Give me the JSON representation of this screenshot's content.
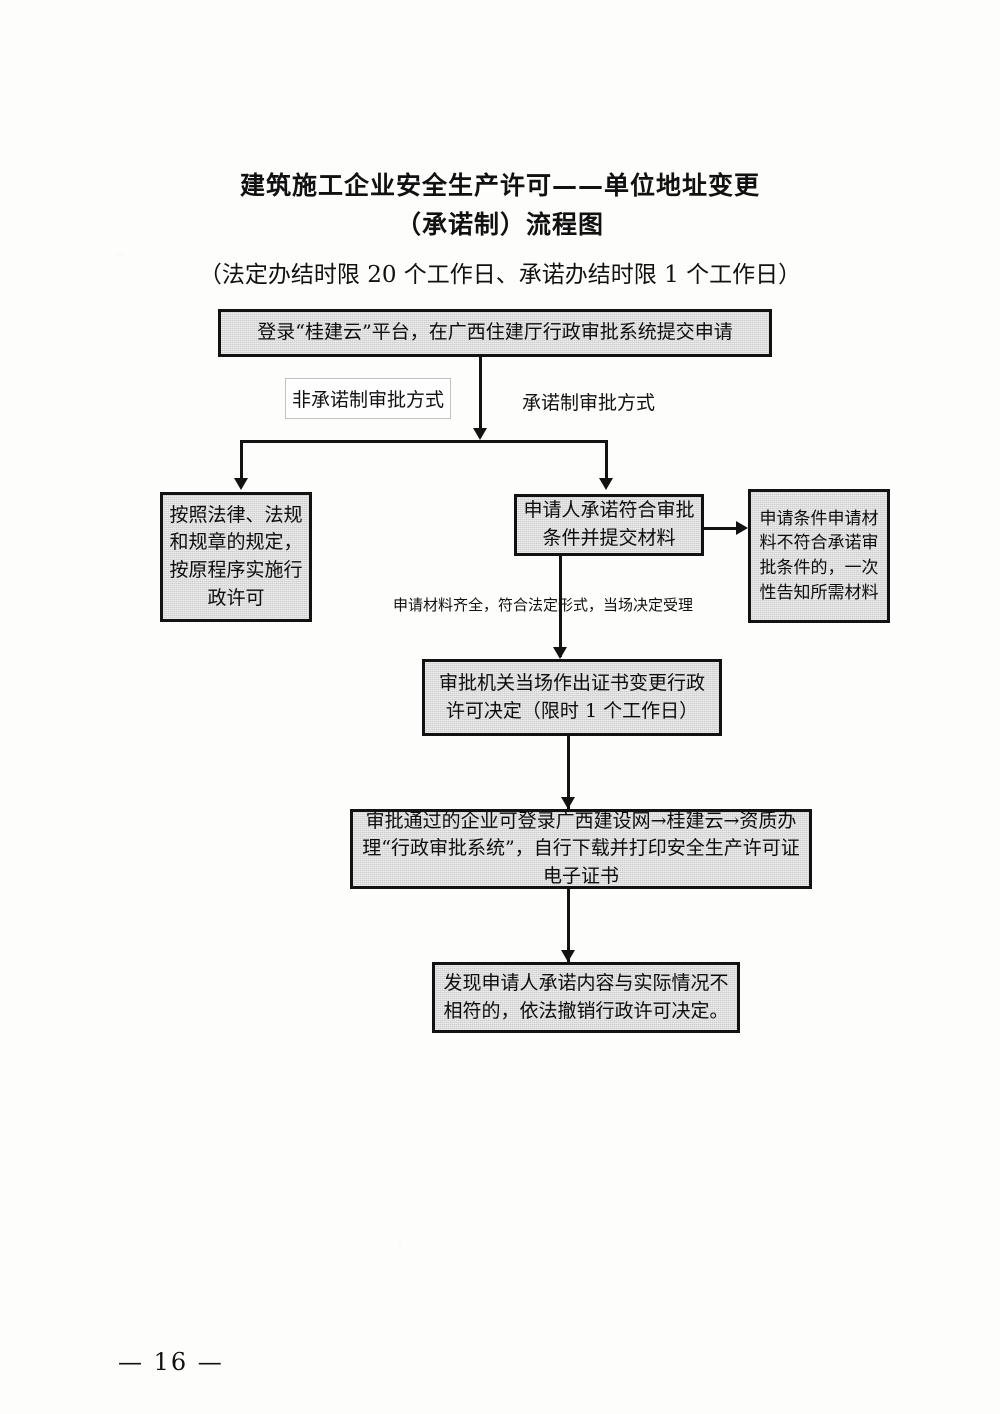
{
  "document": {
    "title_line_1": "建筑施工企业安全生产许可——单位地址变更",
    "title_line_2": "（承诺制）流程图",
    "subtitle": "（法定办结时限 20 个工作日、承诺办结时限 1 个工作日）",
    "page_number": "— 16 —"
  },
  "flowchart": {
    "nodes": {
      "submit": "登录“桂建云”平台，在广西住建厅行政审批系统提交申请",
      "legacy_path": "按照法律、法规和规章的规定，按原程序实施行政许可",
      "promise_submit": "申请人承诺符合审批条件并提交材料",
      "reject_notice": "申请条件申请材料不符合承诺审批条件的，一次性告知所需材料",
      "decide": "审批机关当场作出证书变更行政许可决定（限时 1 个工作日）",
      "print_cert": "审批通过的企业可登录广西建设网→桂建云→资质办理“行政审批系统”，自行下载并打印安全生产许可证电子证书",
      "revoke": "发现申请人承诺内容与实际情况不相符的，依法撤销行政许可决定。"
    },
    "labels": {
      "non_promise_branch": "非承诺制审批方式",
      "promise_branch": "承诺制审批方式",
      "accept_condition": "申请材料齐全，符合法定形式，当场决定受理"
    },
    "style": {
      "node_fill": "#d9d9d9",
      "node_border": "#121212",
      "connector_color": "#121212",
      "paper": "#fdfdfb",
      "text_color": "#0d0d0d"
    }
  }
}
